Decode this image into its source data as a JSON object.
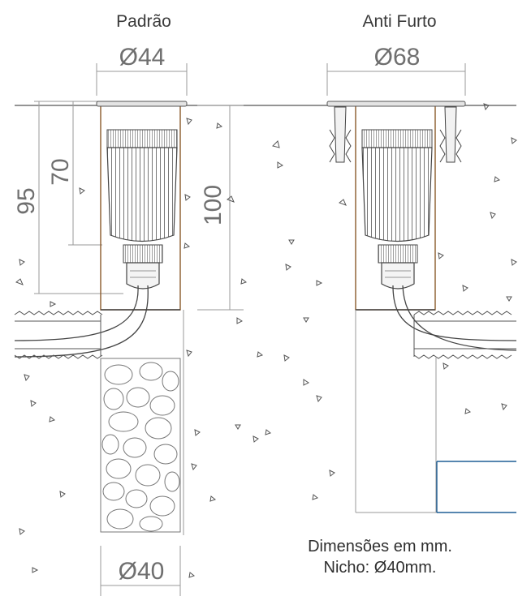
{
  "variants": [
    {
      "title": "Padrão",
      "diameter_label": "Ø44"
    },
    {
      "title": "Anti Furto",
      "diameter_label": "Ø68"
    }
  ],
  "dimensions": {
    "depth_95": "95",
    "depth_70": "70",
    "depth_100": "100",
    "base_diameter": "Ø40"
  },
  "notes": {
    "line1": "Dimensões em mm.",
    "line2": "Nicho: Ø40mm."
  },
  "colors": {
    "line": "#555555",
    "dim_line": "#9a9a9a",
    "niche_outline": "#8a5a2b",
    "accent_box": "#1f5e95",
    "speckle": "#555555"
  }
}
